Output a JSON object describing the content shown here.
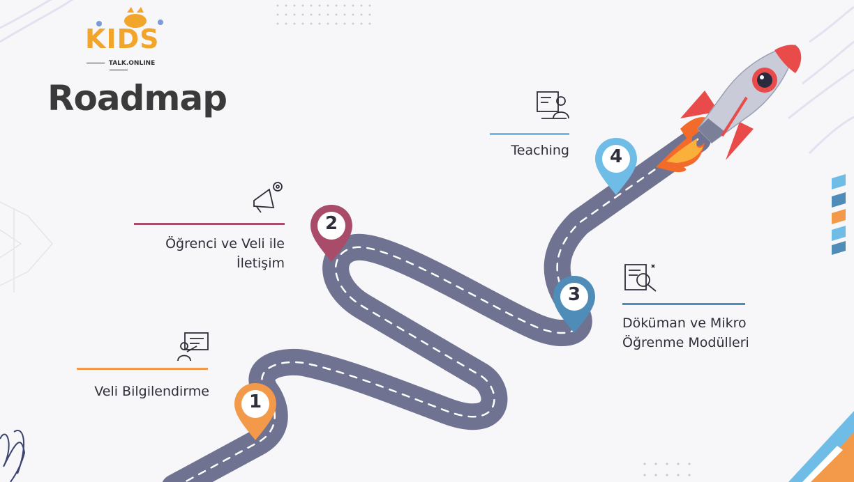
{
  "logo": {
    "brand": "KIDS",
    "sub": "TALK.ONLINE"
  },
  "title": "Roadmap",
  "milestones": [
    {
      "number": "1",
      "label": "Veli Bilgilendirme",
      "color": "#f39a4a",
      "icon": "presentation-icon"
    },
    {
      "number": "2",
      "label_line1": "Öğrenci ve Veli ile",
      "label_line2": "İletişim",
      "color": "#a94c6a",
      "icon": "megaphone-gear-icon"
    },
    {
      "number": "3",
      "label_line1": "Döküman ve Mikro",
      "label_line2": "Öğrenme Modülleri",
      "color": "#4f8db8",
      "icon": "document-search-icon"
    },
    {
      "number": "4",
      "label": "Teaching",
      "color": "#6fbde6",
      "icon": "teacher-board-icon"
    }
  ],
  "colors": {
    "road": "#6f7290",
    "road_line": "#ffffff",
    "rocket_body": "#c9ccd8",
    "rocket_red": "#e94b4b"
  }
}
